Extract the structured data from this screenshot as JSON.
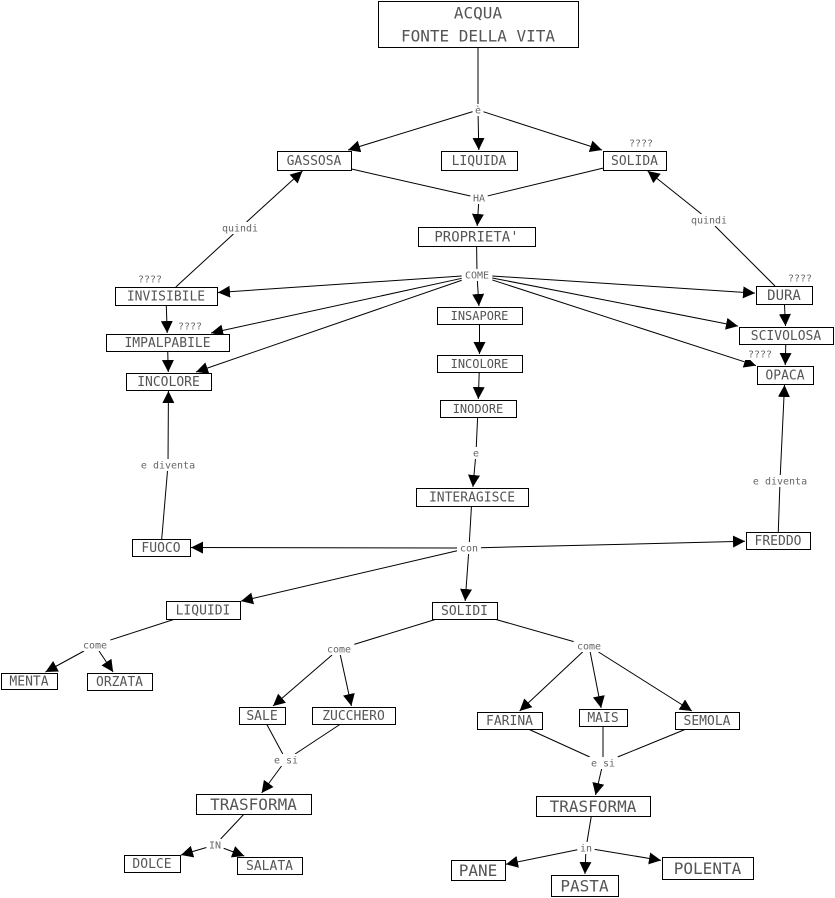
{
  "nodes": [
    {
      "id": "acqua",
      "lines": [
        "ACQUA",
        "FONTE DELLA VITA"
      ]
    },
    {
      "id": "gassosa",
      "lines": [
        "GASSOSA"
      ]
    },
    {
      "id": "liquida",
      "lines": [
        "LIQUIDA"
      ]
    },
    {
      "id": "solida",
      "lines": [
        "SOLIDA"
      ]
    },
    {
      "id": "proprieta",
      "lines": [
        "PROPRIETA'"
      ]
    },
    {
      "id": "invisibile",
      "lines": [
        "INVISIBILE"
      ]
    },
    {
      "id": "impalpabile",
      "lines": [
        "IMPALPABILE"
      ]
    },
    {
      "id": "incolore1",
      "lines": [
        "INCOLORE"
      ]
    },
    {
      "id": "insapore",
      "lines": [
        "INSAPORE"
      ]
    },
    {
      "id": "incolore2",
      "lines": [
        "INCOLORE"
      ]
    },
    {
      "id": "inodore",
      "lines": [
        "INODORE"
      ]
    },
    {
      "id": "interagisce",
      "lines": [
        "INTERAGISCE"
      ]
    },
    {
      "id": "dura",
      "lines": [
        "DURA"
      ]
    },
    {
      "id": "scivolosa",
      "lines": [
        "SCIVOLOSA"
      ]
    },
    {
      "id": "opaca",
      "lines": [
        "OPACA"
      ]
    },
    {
      "id": "fuoco",
      "lines": [
        "FUOCO"
      ]
    },
    {
      "id": "freddo",
      "lines": [
        "FREDDO"
      ]
    },
    {
      "id": "liquidi",
      "lines": [
        "LIQUIDI"
      ]
    },
    {
      "id": "solidi",
      "lines": [
        "SOLIDI"
      ]
    },
    {
      "id": "menta",
      "lines": [
        "MENTA"
      ]
    },
    {
      "id": "orzata",
      "lines": [
        "ORZATA"
      ]
    },
    {
      "id": "sale",
      "lines": [
        "SALE"
      ]
    },
    {
      "id": "zucchero",
      "lines": [
        "ZUCCHERO"
      ]
    },
    {
      "id": "farina",
      "lines": [
        "FARINA"
      ]
    },
    {
      "id": "mais",
      "lines": [
        "MAIS"
      ]
    },
    {
      "id": "semola",
      "lines": [
        "SEMOLA"
      ]
    },
    {
      "id": "trasforma1",
      "lines": [
        "TRASFORMA"
      ]
    },
    {
      "id": "trasforma2",
      "lines": [
        "TRASFORMA"
      ]
    },
    {
      "id": "dolce",
      "lines": [
        "DOLCE"
      ]
    },
    {
      "id": "salata",
      "lines": [
        "SALATA"
      ]
    },
    {
      "id": "pane",
      "lines": [
        "PANE"
      ]
    },
    {
      "id": "pasta",
      "lines": [
        "PASTA"
      ]
    },
    {
      "id": "polenta",
      "lines": [
        "POLENTA"
      ]
    }
  ],
  "links": [
    {
      "id": "l_e_acqua",
      "label": "è",
      "from": [
        "acqua"
      ],
      "to": [
        "gassosa",
        "liquida",
        "solida"
      ]
    },
    {
      "id": "l_ha",
      "label": "HA",
      "from": [
        "gassosa",
        "solida"
      ],
      "to": [
        "proprieta"
      ]
    },
    {
      "id": "l_come",
      "label": "COME",
      "from": [
        "proprieta"
      ],
      "to": [
        "invisibile",
        "impalpabile",
        "incolore1",
        "insapore",
        "dura",
        "scivolosa",
        "opaca"
      ]
    },
    {
      "id": "l_quindi1",
      "label": "quindi",
      "from": [
        "invisibile"
      ],
      "to": [
        "gassosa"
      ]
    },
    {
      "id": "l_quindi2",
      "label": "quindi",
      "from": [
        "dura"
      ],
      "to": [
        "solida"
      ]
    },
    {
      "id": "l_q1",
      "label": "????",
      "from": [],
      "to": []
    },
    {
      "id": "l_q2",
      "label": "????",
      "from": [],
      "to": []
    },
    {
      "id": "l_q3",
      "label": "????",
      "from": [],
      "to": []
    },
    {
      "id": "l_q4",
      "label": "????",
      "from": [],
      "to": []
    },
    {
      "id": "l_q5",
      "label": "????",
      "from": [],
      "to": []
    },
    {
      "id": "l_e",
      "label": "e",
      "from": [
        "inodore"
      ],
      "to": [
        "interagisce"
      ]
    },
    {
      "id": "l_con",
      "label": "con",
      "from": [
        "interagisce"
      ],
      "to": [
        "fuoco",
        "freddo",
        "liquidi",
        "solidi"
      ]
    },
    {
      "id": "l_diventa1",
      "label": "e diventa",
      "from": [
        "fuoco"
      ],
      "to": [
        "incolore1"
      ]
    },
    {
      "id": "l_diventa2",
      "label": "e diventa",
      "from": [
        "freddo"
      ],
      "to": [
        "opaca"
      ]
    },
    {
      "id": "l_come1",
      "label": "come",
      "from": [
        "liquidi"
      ],
      "to": [
        "menta",
        "orzata"
      ]
    },
    {
      "id": "l_come2",
      "label": "come",
      "from": [
        "solidi"
      ],
      "to": [
        "sale",
        "zucchero"
      ]
    },
    {
      "id": "l_come3",
      "label": "come",
      "from": [
        "solidi"
      ],
      "to": [
        "farina",
        "mais",
        "semola"
      ]
    },
    {
      "id": "l_esi1",
      "label": "e si",
      "from": [
        "sale",
        "zucchero"
      ],
      "to": [
        "trasforma1"
      ]
    },
    {
      "id": "l_esi2",
      "label": "e si",
      "from": [
        "farina",
        "mais",
        "semola"
      ],
      "to": [
        "trasforma2"
      ]
    },
    {
      "id": "l_in1",
      "label": "IN",
      "from": [
        "trasforma1"
      ],
      "to": [
        "dolce",
        "salata"
      ]
    },
    {
      "id": "l_in2",
      "label": "in",
      "from": [
        "trasforma2"
      ],
      "to": [
        "pane",
        "pasta",
        "polenta"
      ]
    }
  ],
  "direct_arrows": [
    [
      "invisibile",
      "impalpabile"
    ],
    [
      "impalpabile",
      "incolore1"
    ],
    [
      "insapore",
      "incolore2"
    ],
    [
      "incolore2",
      "inodore"
    ],
    [
      "dura",
      "scivolosa"
    ],
    [
      "scivolosa",
      "opaca"
    ]
  ]
}
